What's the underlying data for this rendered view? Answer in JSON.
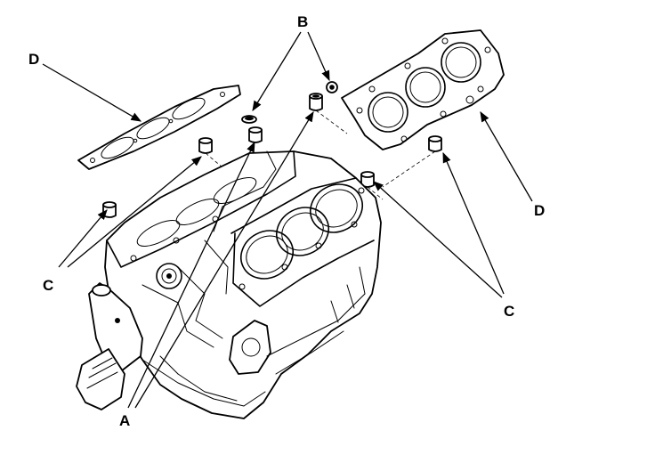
{
  "labels": {
    "a": "A",
    "b": "B",
    "c_left": "C",
    "c_right": "C",
    "d_left": "D",
    "d_right": "D"
  },
  "colors": {
    "line": "#000000",
    "background": "#ffffff"
  }
}
